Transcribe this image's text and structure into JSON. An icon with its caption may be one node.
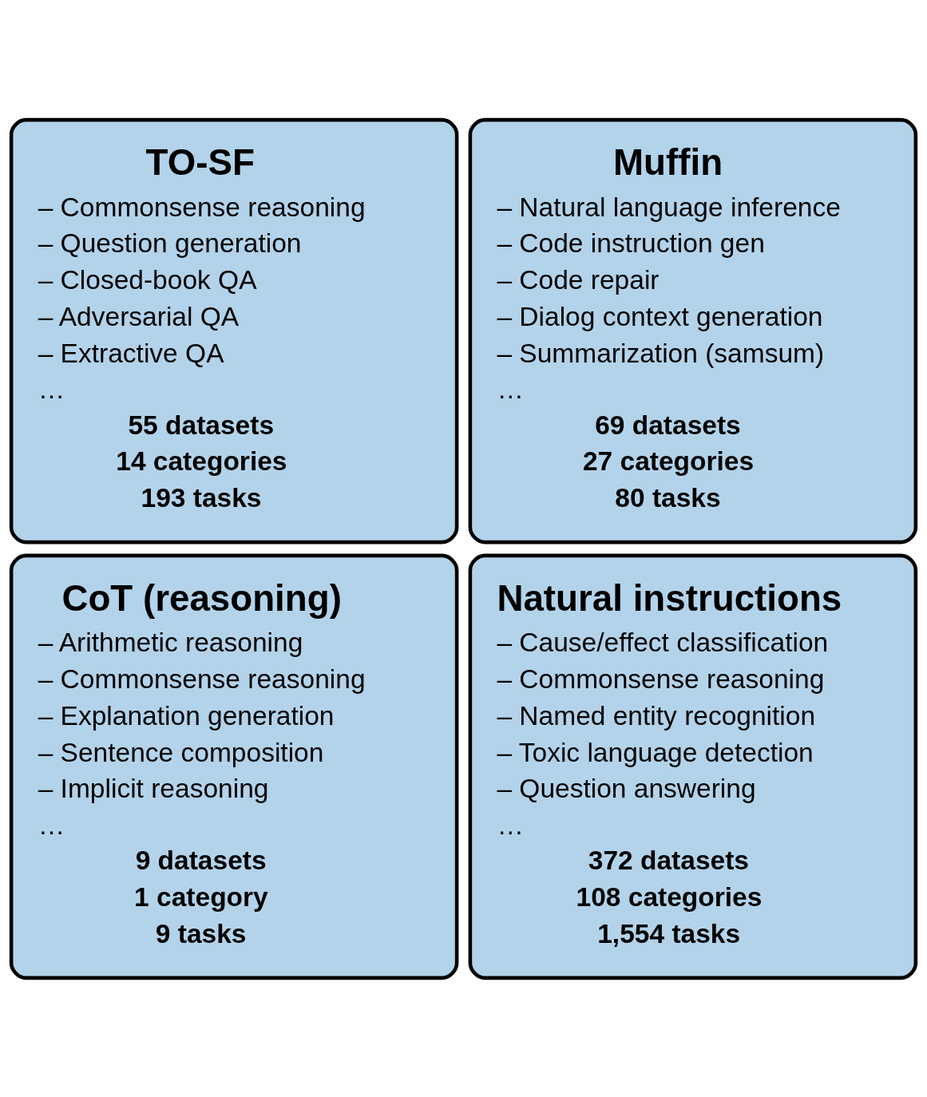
{
  "diagram": {
    "nodes": [
      {
        "text": [
          "TO-SF",
          "– Commonsense reasoning",
          "– Question generation",
          "– Closed-book QA",
          "– Adversarial QA",
          "– Extractive QA",
          "…",
          "55 datasets",
          "14 categories",
          "193 tasks"
        ]
      },
      {
        "text": [
          "Muffin",
          "– Natural language inference",
          "– Code instruction gen",
          "– Code repair",
          "– Dialog context generation",
          "– Summarization (samsum)",
          "…",
          "69 datasets",
          "27 categories",
          "80 tasks"
        ]
      },
      {
        "text": [
          "CoT (reasoning)",
          "– Arithmetic reasoning",
          "– Commonsense reasoning",
          "– Explanation generation",
          "– Sentence composition",
          "– Implicit reasoning",
          "…",
          "9 datasets",
          "1 category",
          "9 tasks"
        ]
      },
      {
        "text": [
          "Natural instructions",
          "– Cause/effect classification",
          "– Commonsense reasoning",
          "– Named entity recognition",
          "– Toxic language detection",
          "– Question answering",
          "…",
          "372 datasets",
          "108 categories",
          "1,554 tasks"
        ]
      }
    ],
    "edges": []
  }
}
